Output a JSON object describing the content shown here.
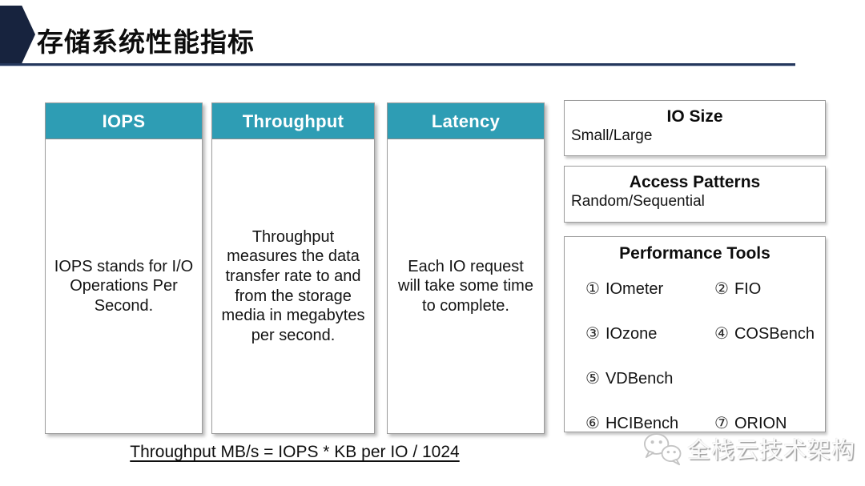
{
  "slide": {
    "title": "存储系统性能指标"
  },
  "cards": [
    {
      "header": "IOPS",
      "body": "IOPS stands for I/O Operations Per Second."
    },
    {
      "header": "Throughput",
      "body": "Throughput measures the data transfer rate to and from the storage media in megabytes per second."
    },
    {
      "header": "Latency",
      "body": "Each IO request will take some time to complete."
    }
  ],
  "info_boxes": [
    {
      "title": "IO Size",
      "subtitle": "Small/Large"
    },
    {
      "title": "Access Patterns",
      "subtitle": "Random/Sequential"
    }
  ],
  "tools_box": {
    "title": "Performance Tools",
    "items": [
      {
        "num": "①",
        "label": "IOmeter"
      },
      {
        "num": "②",
        "label": "FIO"
      },
      {
        "num": "③",
        "label": "IOzone"
      },
      {
        "num": "④",
        "label": "COSBench"
      },
      {
        "num": "⑤",
        "label": "VDBench"
      },
      {
        "num": "⑥",
        "label": "HCIBench"
      },
      {
        "num": "⑦",
        "label": "ORION"
      }
    ]
  },
  "formula": "Throughput MB/s = IOPS * KB per IO / 1024",
  "watermark": {
    "text": "全栈云技术架构",
    "logo": "wechat-icon"
  },
  "colors": {
    "header_teal": "#2e9db4",
    "navy_accent": "#17233e",
    "rule_navy": "#24375c",
    "border_gray": "#9c9c9c"
  }
}
